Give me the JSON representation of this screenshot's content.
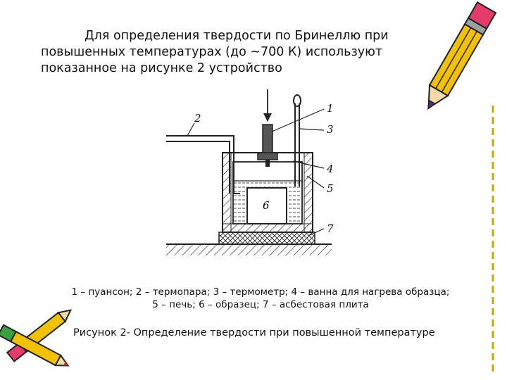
{
  "intro": {
    "line1": "Для определения твердости по Бринеллю при",
    "line2": "повышенных температурах (до ~700 К) используют",
    "line3": "показанное на рисунке 2 устройство"
  },
  "figure": {
    "labels": [
      "1",
      "2",
      "3",
      "4",
      "5",
      "6",
      "7"
    ]
  },
  "legend": {
    "line1": "1 – пуансон;  2 – термопара;  3 – термометр;  4 – ванна для нагрева образца;",
    "line2": "5 – печь;  6 – образец;  7 – асбестовая плита"
  },
  "caption": "Рисунок 2- Определение твердости при повышенной температуре",
  "decorations": {
    "top_pencil": "pencil-icon",
    "bottom_pencils": "pencils-icon",
    "pencil_color": "#f2c200"
  }
}
